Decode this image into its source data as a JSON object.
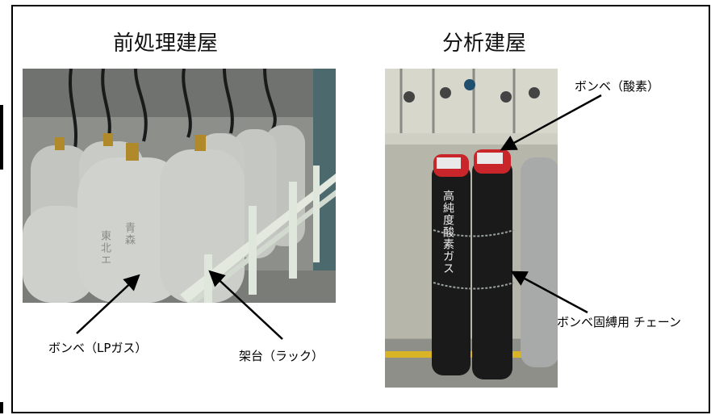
{
  "left_panel": {
    "title": "前処理建屋",
    "label_cylinder": "ボンベ（LPガス）",
    "label_rack": "架台（ラック）",
    "cylinder_markings": [
      "東北エ",
      "青森"
    ]
  },
  "right_panel": {
    "title": "分析建屋",
    "label_oxygen": "ボンベ（酸素）",
    "label_chain": "ボンベ固縛用 チェーン",
    "cylinder_text": "高純度酸素ガス"
  },
  "colors": {
    "border": "#000000",
    "lp_cylinder": "#c9cbc7",
    "oxygen_cylinder": "#1a1a1a",
    "cap_red": "#c8262a",
    "rack": "#dfe6dc"
  }
}
